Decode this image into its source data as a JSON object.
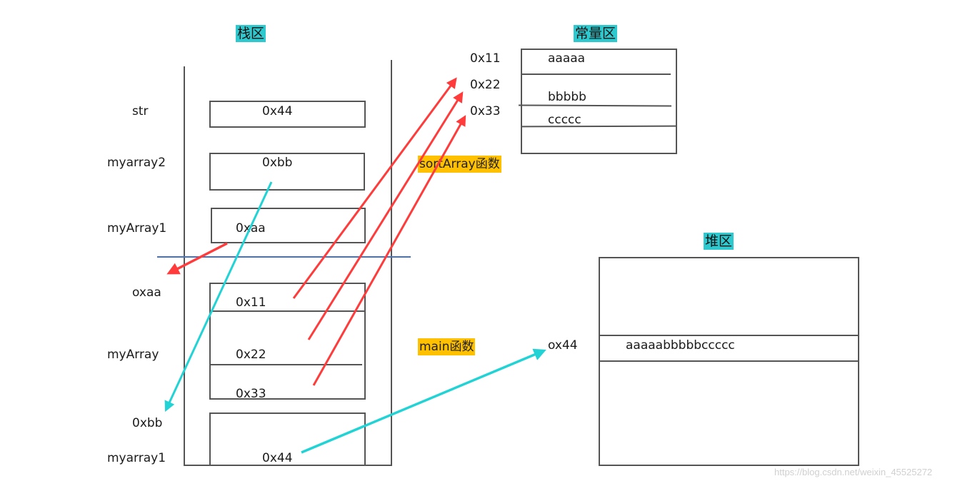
{
  "stack": {
    "title": "栈区",
    "labels": [
      "str",
      "myarray2",
      "myArray1",
      "oxaa",
      "myArray",
      "0xbb",
      "myarray1"
    ],
    "cells": {
      "str_value": "0x44",
      "myarray2_value": "0xbb",
      "myArray1_value": "0xaa",
      "myArray_values": [
        "0x11",
        "0x22",
        "0x33"
      ],
      "myarray1_value": "0x44"
    },
    "sortArray_label": "sortArray函数",
    "main_label": "main函数"
  },
  "constant": {
    "title": "常量区",
    "addresses": [
      "0x11",
      "0x22",
      "0x33"
    ],
    "values": [
      "aaaaa",
      "bbbbb",
      "ccccc"
    ]
  },
  "heap": {
    "title": "堆区",
    "address": "ox44",
    "value": "aaaaabbbbbccccc"
  },
  "arrows": [
    {
      "from": "myArray1_value",
      "to": "oxaa",
      "color": "#ff3b3b"
    },
    {
      "from": "myarray2_value",
      "to": "0xbb",
      "color": "#22d3d6"
    },
    {
      "from": "myArray_values.0",
      "to": "constant.0x11",
      "color": "#ff3b3b"
    },
    {
      "from": "myArray_values.1",
      "to": "constant.0x22",
      "color": "#ff3b3b"
    },
    {
      "from": "myArray_values.2",
      "to": "constant.0x33",
      "color": "#ff3b3b"
    },
    {
      "from": "myarray1_value",
      "to": "heap.ox44",
      "color": "#22d3d6"
    }
  ],
  "divider_color": "#4472c4",
  "watermark": "https://blog.csdn.net/weixin_45525272"
}
